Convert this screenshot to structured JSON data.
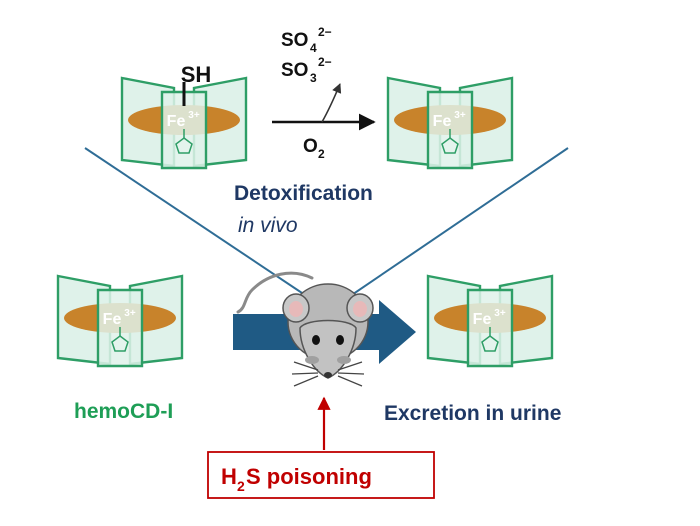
{
  "fe_label": {
    "base": "Fe",
    "sup": "3+"
  },
  "thiol": "SH",
  "reaction": {
    "products": [
      {
        "base": "SO",
        "sub": "4",
        "sup": "2−"
      },
      {
        "base": "SO",
        "sub": "3",
        "sup": "2−"
      }
    ],
    "reagent": {
      "base": "O",
      "sub": "2"
    }
  },
  "detox": {
    "line1": "Detoxification",
    "line2": "in vivo"
  },
  "hemocd_label": "hemoCD-I",
  "excretion_label": "Excretion in urine",
  "poisoning": {
    "base": "H",
    "sub": "2",
    "rest": "S poisoning"
  },
  "colors": {
    "cage_fill": "#dff2ea",
    "cage_stroke": "#2e9e66",
    "porphyrin": "#c8832b",
    "big_arrow": "#1f5a84",
    "thin_line": "#2f6d96",
    "navy_text": "#1f3864",
    "green_text": "#1e9e56",
    "red": "#c00000",
    "mouse_body": "#b8b8b8"
  }
}
